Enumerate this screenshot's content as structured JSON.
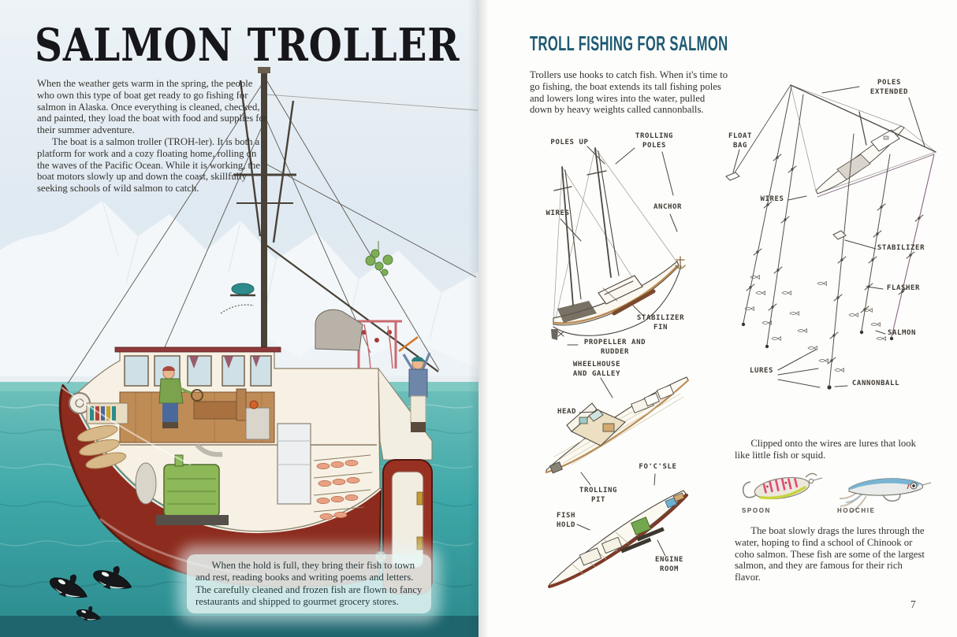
{
  "left_page": {
    "title": "SALMON TROLLER",
    "para1": "When the weather gets warm in the spring, the people who own this type of boat get ready to go fishing for salmon in Alaska. Once everything is cleaned, checked, and painted, they load the boat with food and supplies for their summer adventure.",
    "para2": "The boat is a salmon troller (TROH-ler). It is both a platform for work and a cozy floating home, rolling on the waves of the Pacific Ocean. While it is working, the boat motors slowly up and down the coast, skillfully seeking schools of wild salmon to catch.",
    "caption": "When the hold is full, they bring their fish to town and rest, reading books and writing poems and letters. The carefully cleaned and frozen fish are flown to fancy restaurants and shipped to gourmet grocery stores."
  },
  "right_page": {
    "heading": "TROLL FISHING FOR SALMON",
    "intro": "Trollers use hooks to catch fish. When it's time to go fishing, the boat extends its tall fishing poles and lowers long wires into the water, pulled down by heavy weights called cannonballs.",
    "labels": {
      "poles_up": "POLES UP",
      "trolling_poles": "TROLLING\nPOLES",
      "wires_up": "WIRES",
      "anchor": "ANCHOR",
      "stabilizer_fin": "STABILIZER\nFIN",
      "propeller_rudder": "PROPELLER AND\nRUDDER",
      "wheelhouse_galley": "WHEELHOUSE\nAND GALLEY",
      "head": "HEAD",
      "focsle": "FO'C'SLE",
      "trolling_pit": "TROLLING\nPIT",
      "fish_hold": "FISH\nHOLD",
      "engine_room": "ENGINE\nROOM",
      "poles_extended": "POLES\nEXTENDED",
      "float_bag": "FLOAT\nBAG",
      "wires_ext": "WIRES",
      "stabilizer": "STABILIZER",
      "flasher": "FLASHER",
      "salmon": "SALMON",
      "lures": "LURES",
      "cannonball": "CANNONBALL"
    },
    "lures_para": "Clipped onto the wires are lures that look like little fish or squid.",
    "lure_names": {
      "spoon": "SPOON",
      "hoochie": "HOOCHIE"
    },
    "closing_para": "The boat slowly drags the lures through the water, hoping to find a school of Chinook or coho salmon. These fish are some of the largest salmon, and they are famous for their rich flavor.",
    "page_number": "7"
  },
  "colors": {
    "heading_teal": "#1e5a74",
    "water_teal": "#3fa8a8",
    "hull_red": "#8d2c1e",
    "sketch_ink": "#4c473f",
    "sky": "#e3ecf2"
  }
}
